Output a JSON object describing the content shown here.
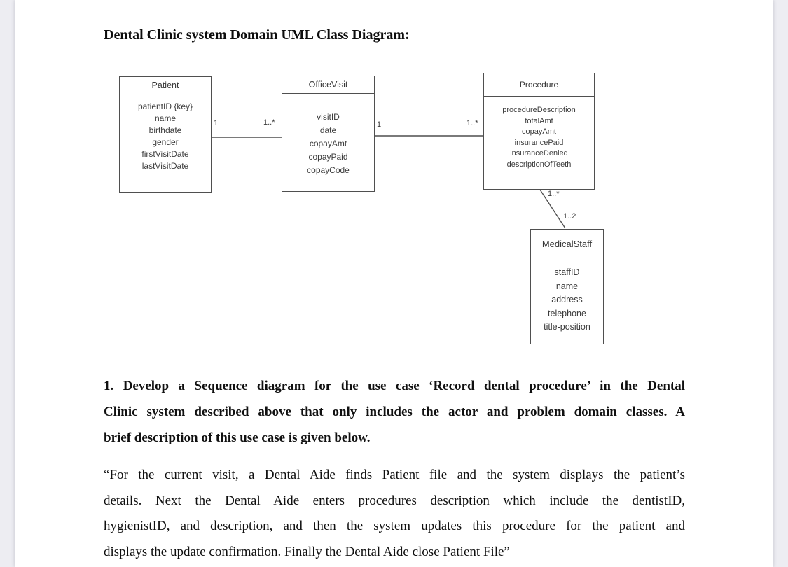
{
  "document": {
    "title": "Dental Clinic system Domain UML Class Diagram:"
  },
  "diagram": {
    "classes": [
      {
        "name": "Patient",
        "attributes": [
          "patientID {key}",
          "name",
          "birthdate",
          "gender",
          "firstVisitDate",
          "lastVisitDate"
        ]
      },
      {
        "name": "OfficeVisit",
        "attributes": [
          "visitID",
          "date",
          "copayAmt",
          "copayPaid",
          "copayCode"
        ]
      },
      {
        "name": "Procedure",
        "attributes": [
          "procedureDescription",
          "totalAmt",
          "copayAmt",
          "insurancePaid",
          "insuranceDenied",
          "descriptionOfTeeth"
        ]
      },
      {
        "name": "MedicalStaff",
        "attributes": [
          "staffID",
          "name",
          "address",
          "telephone",
          "title-position"
        ]
      }
    ],
    "associations": [
      {
        "from": "Patient",
        "to": "OfficeVisit",
        "from_multiplicity": "1",
        "to_multiplicity": "1..*"
      },
      {
        "from": "OfficeVisit",
        "to": "Procedure",
        "from_multiplicity": "1",
        "to_multiplicity": "1..*"
      },
      {
        "from": "Procedure",
        "to": "MedicalStaff",
        "from_multiplicity": "1..*",
        "to_multiplicity": "1..2"
      }
    ]
  },
  "question": {
    "lines": [
      "1. Develop a Sequence diagram for the use case ‘Record dental procedure’ in the Dental",
      "Clinic system described above that only includes the actor and problem domain classes. A",
      "brief description of this use case is given below."
    ]
  },
  "description": {
    "lines": [
      "“For the current visit, a Dental Aide finds Patient file and the system displays the patient’s",
      "details. Next the Dental Aide enters procedures description which include the dentistID,",
      "hygienistID, and description, and then the system updates this procedure for the patient and",
      "displays the update confirmation. Finally the Dental Aide close Patient File”"
    ]
  }
}
